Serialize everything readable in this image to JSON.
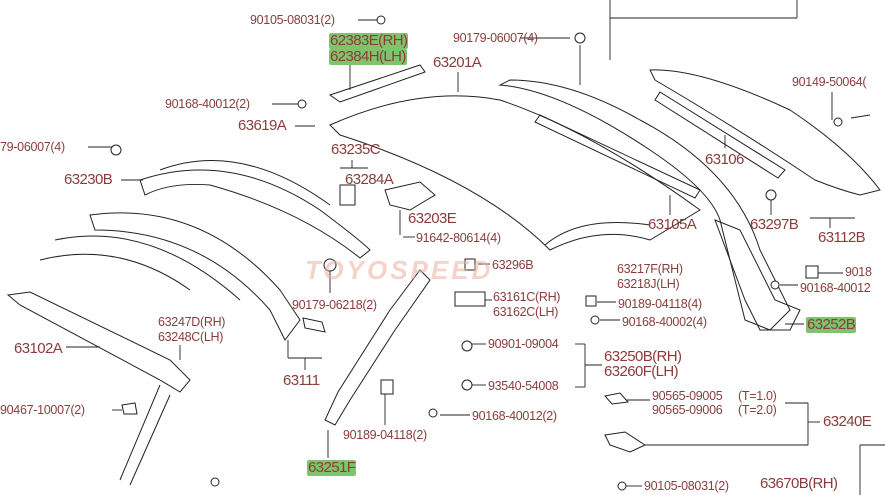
{
  "diagram": {
    "watermark": "TOYOSPEED",
    "highlight_color": "#7fc36a",
    "label_color": "#8a3d3d",
    "labels": [
      "90105-08031(2)",
      "62383E(RH)",
      "62384H(LH)",
      "90179-06007(4)",
      "63201A",
      "90168-40012(2)",
      "63619A",
      "79-06007(4)",
      "63235C",
      "63230B",
      "63284A",
      "63203E",
      "91642-80614(4)",
      "90149-50064(",
      "63106",
      "63105A",
      "63297B",
      "63112B",
      "63296B",
      "63217F(RH)",
      "63218J(LH)",
      "9018",
      "90168-40012",
      "63161C(RH)",
      "63162C(LH)",
      "90189-04118(4)",
      "90168-40002(4)",
      "63252B",
      "90179-06218(2)",
      "63247D(RH)",
      "63248C(LH)",
      "63102A",
      "63111",
      "90901-09004",
      "63250B(RH)",
      "63260F(LH)",
      "93540-54008",
      "90467-10007(2)",
      "90565-09005",
      "(T=1.0)",
      "90565-09006",
      "(T=2.0)",
      "63240E",
      "90168-40012(2)",
      "90189-04118(2)",
      "63251F",
      "90105-08031(2)",
      "63670B(RH)"
    ]
  }
}
